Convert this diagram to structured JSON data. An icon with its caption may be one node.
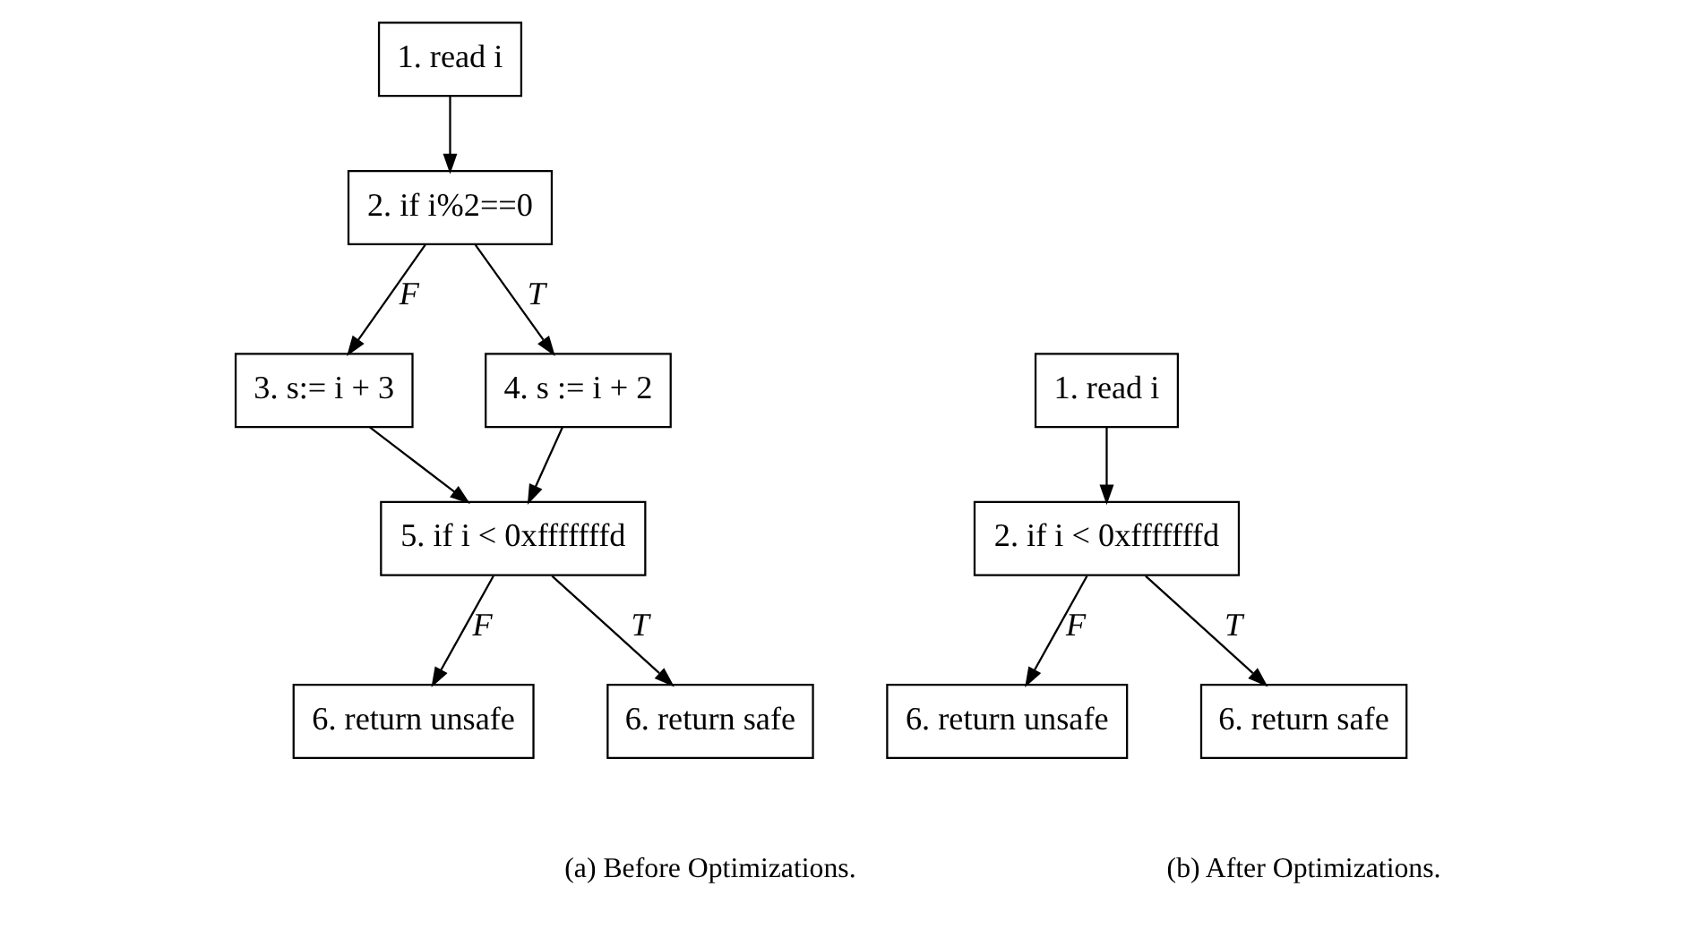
{
  "diagram": {
    "nodes": [
      {
        "text": [
          "1. read i"
        ]
      },
      {
        "text": [
          "2. if i%2==0"
        ]
      },
      {
        "text": [
          "3. s:= i + 3"
        ]
      },
      {
        "text": [
          "4. s := i + 2"
        ]
      },
      {
        "text": [
          "5. if i < 0xfffffffd"
        ]
      },
      {
        "text": [
          "6. return unsafe"
        ]
      },
      {
        "text": [
          "6. return safe"
        ]
      },
      {
        "text": [
          "1. read i"
        ]
      },
      {
        "text": [
          "2. if i < 0xfffffffd"
        ]
      },
      {
        "text": [
          "6. return unsafe"
        ]
      },
      {
        "text": [
          "6. return safe"
        ]
      }
    ],
    "edges": [
      {
        "from": 0,
        "to": 1,
        "arrow": "to"
      },
      {
        "from": 1,
        "to": 2,
        "arrow": "to",
        "label": "F"
      },
      {
        "from": 1,
        "to": 3,
        "arrow": "to",
        "label": "T"
      },
      {
        "from": 2,
        "to": 4,
        "arrow": "to"
      },
      {
        "from": 3,
        "to": 4,
        "arrow": "to"
      },
      {
        "from": 4,
        "to": 5,
        "arrow": "to",
        "label": "F"
      },
      {
        "from": 4,
        "to": 6,
        "arrow": "to",
        "label": "T"
      },
      {
        "from": 7,
        "to": 8,
        "arrow": "to"
      },
      {
        "from": 8,
        "to": 9,
        "arrow": "to",
        "label": "F"
      },
      {
        "from": 8,
        "to": 10,
        "arrow": "to",
        "label": "T"
      }
    ],
    "labels": [
      "(a) Before Optimizations.",
      "(b) After Optimizations."
    ]
  }
}
